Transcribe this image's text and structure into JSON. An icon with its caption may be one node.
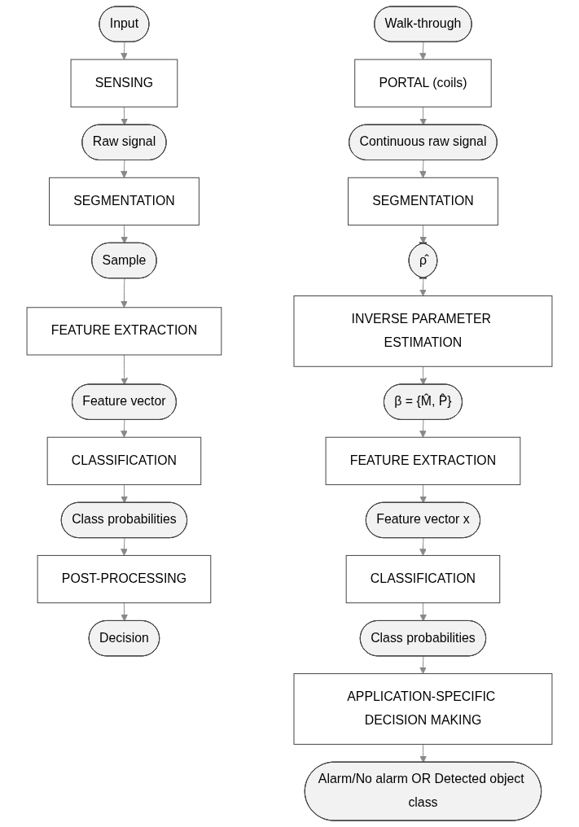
{
  "diagram": {
    "nodes": [
      {
        "text": [
          "Input"
        ]
      },
      {
        "text": [
          "SENSING"
        ]
      },
      {
        "text": [
          "Raw signal"
        ]
      },
      {
        "text": [
          "SEGMENTATION"
        ]
      },
      {
        "text": [
          "Sample"
        ]
      },
      {
        "text": [
          "FEATURE EXTRACTION"
        ]
      },
      {
        "text": [
          "Feature vector"
        ]
      },
      {
        "text": [
          "CLASSIFICATION"
        ]
      },
      {
        "text": [
          "Class probabilities"
        ]
      },
      {
        "text": [
          "POST-PROCESSING"
        ]
      },
      {
        "text": [
          "Decision"
        ]
      },
      {
        "text": [
          "Walk-through"
        ]
      },
      {
        "text": [
          "PORTAL (coils)"
        ]
      },
      {
        "text": [
          "Continuous raw signal"
        ]
      },
      {
        "text": [
          "SEGMENTATION"
        ]
      },
      {
        "text": [
          "ρ̂"
        ]
      },
      {
        "text": [
          "INVERSE PARAMETER ESTIMATION"
        ]
      },
      {
        "text": [
          "β = {M̂, P̂}"
        ]
      },
      {
        "text": [
          "FEATURE EXTRACTION"
        ]
      },
      {
        "text": [
          "Feature vector x"
        ]
      },
      {
        "text": [
          "CLASSIFICATION"
        ]
      },
      {
        "text": [
          "Class probabilities"
        ]
      },
      {
        "text": [
          "APPLICATION-SPECIFIC DECISION MAKING"
        ]
      },
      {
        "text": [
          "Alarm/No alarm OR Detected object class"
        ]
      }
    ],
    "edges": [
      {
        "from": 0,
        "to": 1,
        "arrow": "to"
      },
      {
        "from": 1,
        "to": 2,
        "arrow": "to"
      },
      {
        "from": 2,
        "to": 3,
        "arrow": "to"
      },
      {
        "from": 3,
        "to": 4,
        "arrow": "to"
      },
      {
        "from": 4,
        "to": 5,
        "arrow": "to"
      },
      {
        "from": 5,
        "to": 6,
        "arrow": "to"
      },
      {
        "from": 6,
        "to": 7,
        "arrow": "to"
      },
      {
        "from": 7,
        "to": 8,
        "arrow": "to"
      },
      {
        "from": 8,
        "to": 9,
        "arrow": "to"
      },
      {
        "from": 9,
        "to": 10,
        "arrow": "to"
      },
      {
        "from": 11,
        "to": 12,
        "arrow": "to"
      },
      {
        "from": 12,
        "to": 13,
        "arrow": "to"
      },
      {
        "from": 13,
        "to": 14,
        "arrow": "to"
      },
      {
        "from": 14,
        "to": 15,
        "arrow": "to"
      },
      {
        "from": 15,
        "to": 16,
        "arrow": "to"
      },
      {
        "from": 16,
        "to": 17,
        "arrow": "to"
      },
      {
        "from": 17,
        "to": 18,
        "arrow": "to"
      },
      {
        "from": 18,
        "to": 19,
        "arrow": "to"
      },
      {
        "from": 19,
        "to": 20,
        "arrow": "to"
      },
      {
        "from": 20,
        "to": 21,
        "arrow": "to"
      },
      {
        "from": 21,
        "to": 22,
        "arrow": "to"
      },
      {
        "from": 22,
        "to": 23,
        "arrow": "to"
      }
    ]
  }
}
